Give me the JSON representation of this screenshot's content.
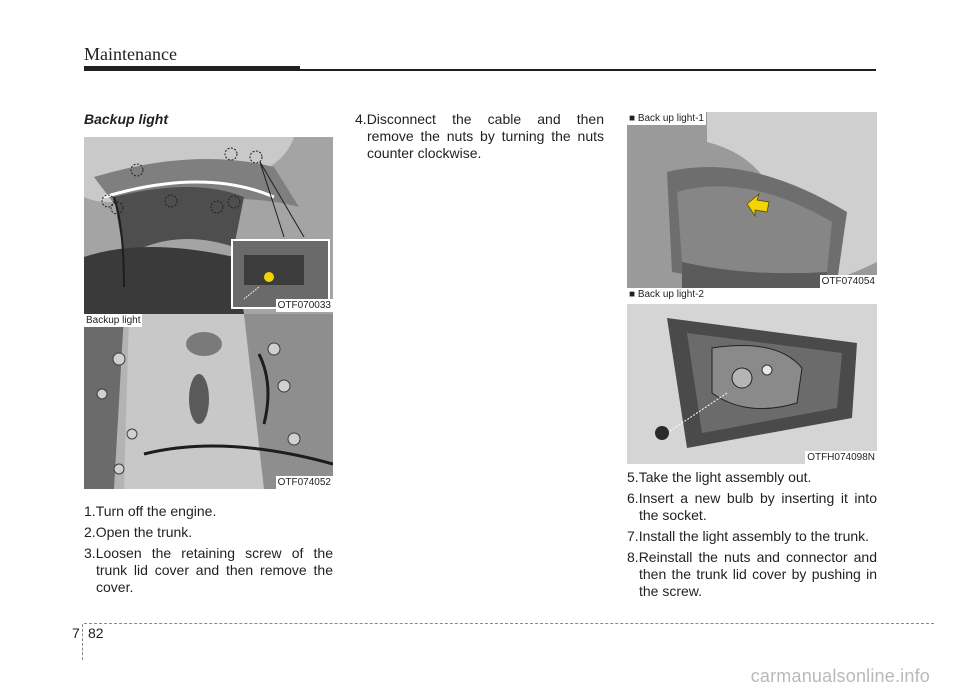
{
  "header": {
    "title": "Maintenance"
  },
  "section": {
    "title": "Backup light"
  },
  "figures": {
    "trunk_lid": {
      "code": "OTF070033"
    },
    "trunk_inner": {
      "code": "OTF074052",
      "caption": "Backup light"
    },
    "backup_1": {
      "caption": "■ Back up light-1",
      "code": "OTF074054"
    },
    "backup_2": {
      "caption": "■ Back up light-2",
      "code": "OTFH074098N"
    }
  },
  "steps_left": [
    {
      "num": "1.",
      "text": "Turn off the engine."
    },
    {
      "num": "2.",
      "text": "Open the trunk."
    },
    {
      "num": "3.",
      "text": "Loosen the retaining screw of the trunk lid cover and then remove the cover."
    }
  ],
  "steps_mid": [
    {
      "num": "4.",
      "text": "Disconnect the cable and then remove the nuts by turning the nuts counter clockwise."
    }
  ],
  "steps_right": [
    {
      "num": "5.",
      "text": "Take the light assembly out."
    },
    {
      "num": "6.",
      "text": "Insert a new bulb by inserting it into the socket."
    },
    {
      "num": "7.",
      "text": "Install the light assembly to the trunk."
    },
    {
      "num": "8.",
      "text": "Reinstall the nuts and connector and then the trunk lid cover by pushing in the screw."
    }
  ],
  "footer": {
    "chapter": "7",
    "page": "82"
  },
  "watermark": "carmanualsonline.info"
}
